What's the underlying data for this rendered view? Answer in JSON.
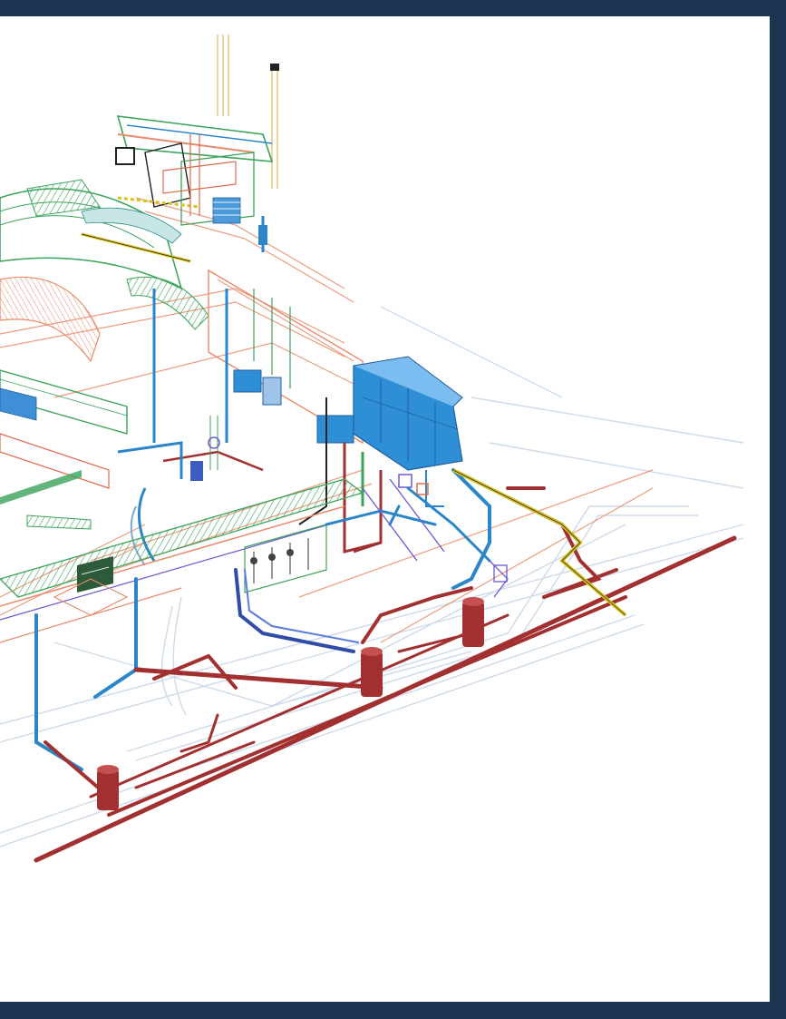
{
  "figure": {
    "kind": "isometric MEP coordination model",
    "background_color": "#ffffff",
    "frame_color": "#1b3553",
    "has_text": false
  },
  "systems": [
    {
      "name": "drainage",
      "color": "#a33030"
    },
    {
      "name": "chilled-water",
      "color": "#2a86c8"
    },
    {
      "name": "ductwork",
      "color": "#e98a6b"
    },
    {
      "name": "cable-tray",
      "color": "#3aa35a"
    },
    {
      "name": "gas",
      "color": "#d8c31a"
    },
    {
      "name": "sprinkler",
      "color": "#6a5acd"
    },
    {
      "name": "conduit",
      "color": "#c8d7e8"
    },
    {
      "name": "air-handling-units",
      "color": "#2f8fd6"
    }
  ]
}
